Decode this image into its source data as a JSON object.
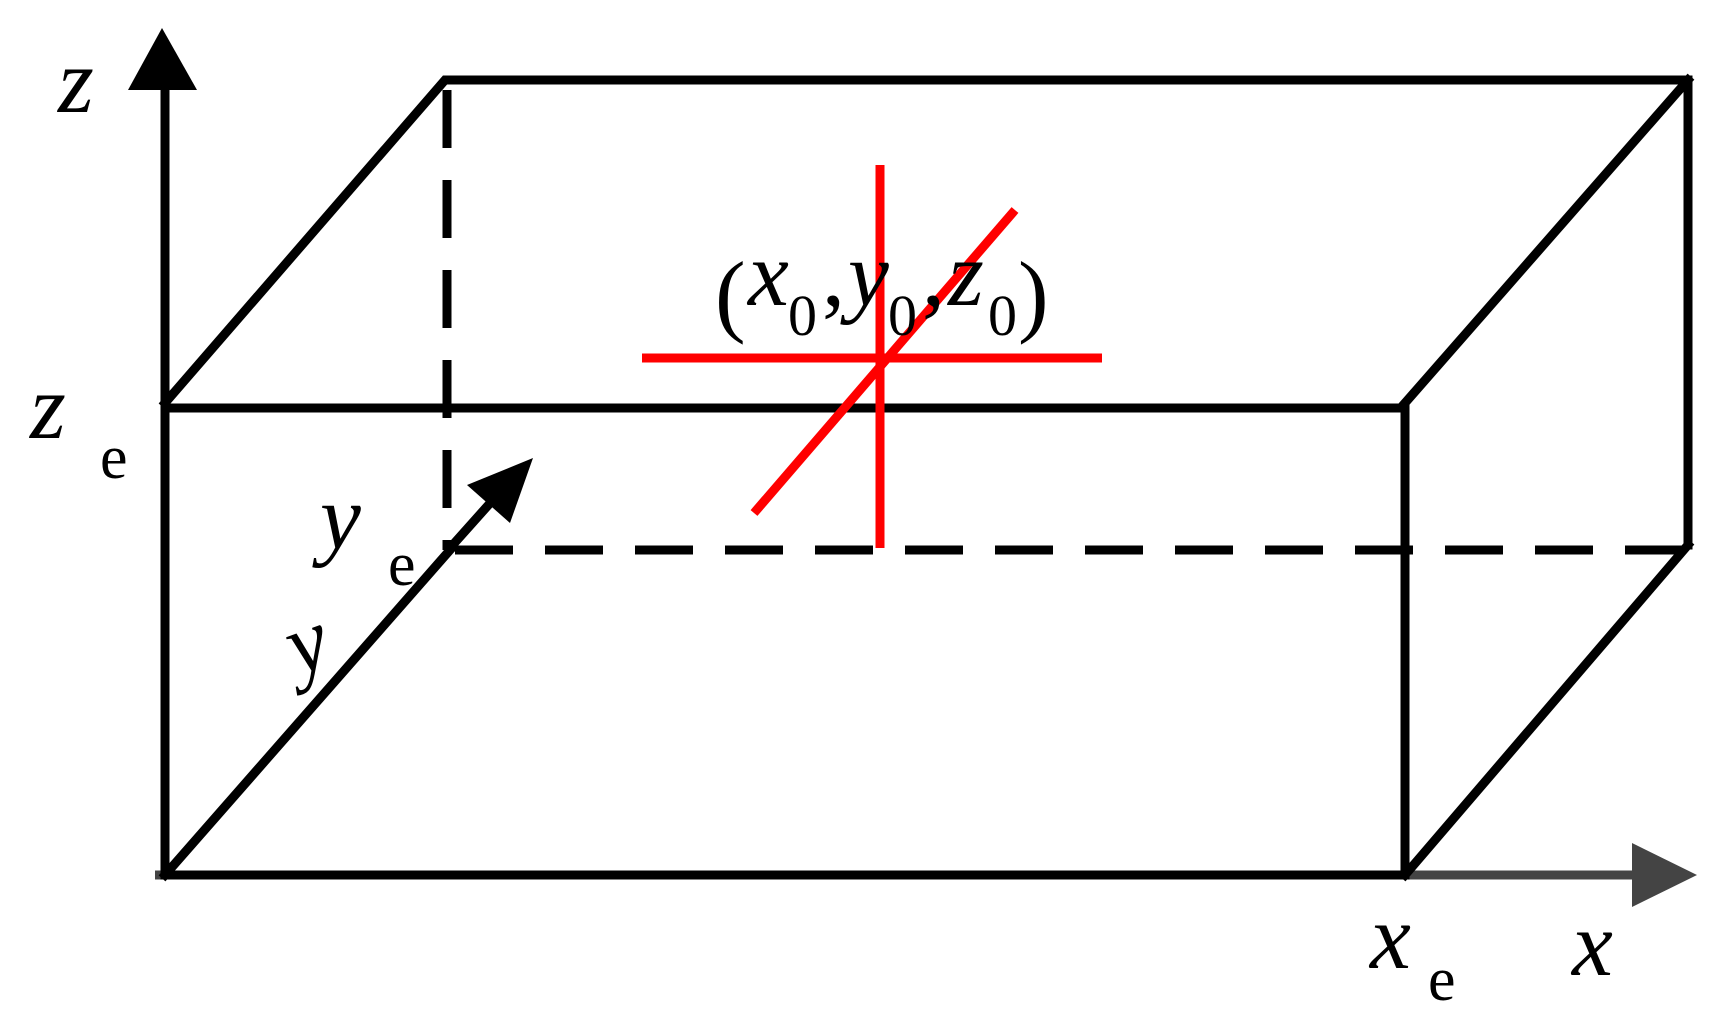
{
  "axes": {
    "z_label": "z",
    "x_label": "x",
    "y_label": "y",
    "ze_main": "z",
    "ze_sub": "e",
    "xe_main": "x",
    "xe_sub": "e",
    "ye_main": "y",
    "ye_sub": "e"
  },
  "source_point": {
    "open": "(",
    "x": "x",
    "x_sub": "0",
    "comma1": ",",
    "y": "y",
    "y_sub": "0",
    "comma2": ",",
    "z": "z",
    "z_sub": "0",
    "close": ")"
  },
  "colors": {
    "box": "#000000",
    "axis": "#444444",
    "marker": "#ff0000"
  }
}
